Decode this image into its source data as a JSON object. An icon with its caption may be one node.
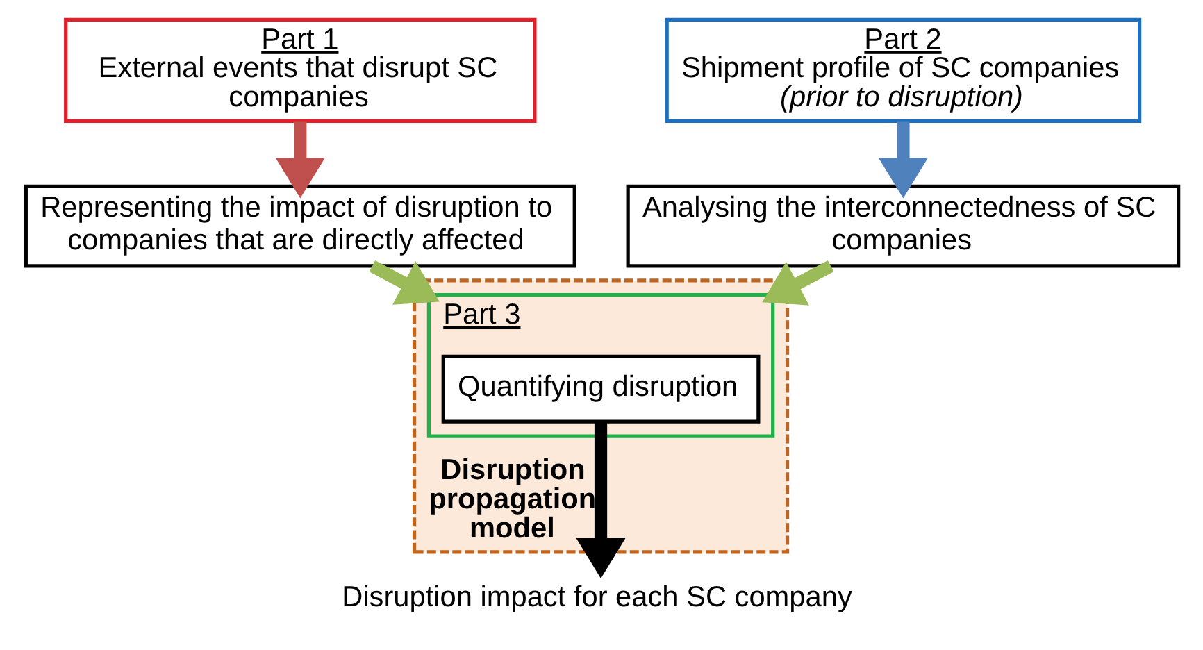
{
  "diagram": {
    "nodes": [
      {
        "text": [
          "Part 1",
          "External events that disrupt SC companies"
        ]
      },
      {
        "text": [
          "Part 2",
          "Shipment profile of SC companies",
          "(prior to disruption)"
        ]
      },
      {
        "text": [
          "Disruption propagation model"
        ]
      },
      {
        "text": [
          "Representing the impact of disruption to companies that are directly affected"
        ]
      },
      {
        "text": [
          "Analysing the interconnectedness of SC companies"
        ]
      },
      {
        "text": [
          "Part 3"
        ],
        "in": 2
      },
      {
        "text": [
          "Quantifying disruption"
        ],
        "in": 5
      },
      {
        "text": [
          "Disruption impact for each SC company"
        ]
      }
    ],
    "edges": [
      {
        "from": 0,
        "to": 3,
        "arrow": "to",
        "color": "#c0504d"
      },
      {
        "from": 1,
        "to": 4,
        "arrow": "to",
        "color": "#4f81bd"
      },
      {
        "from": 3,
        "to": 5,
        "arrow": "to",
        "color": "#9bbb59"
      },
      {
        "from": 4,
        "to": 5,
        "arrow": "to",
        "color": "#9bbb59"
      },
      {
        "from": 6,
        "to": 7,
        "arrow": "to",
        "color": "#000000"
      }
    ]
  }
}
